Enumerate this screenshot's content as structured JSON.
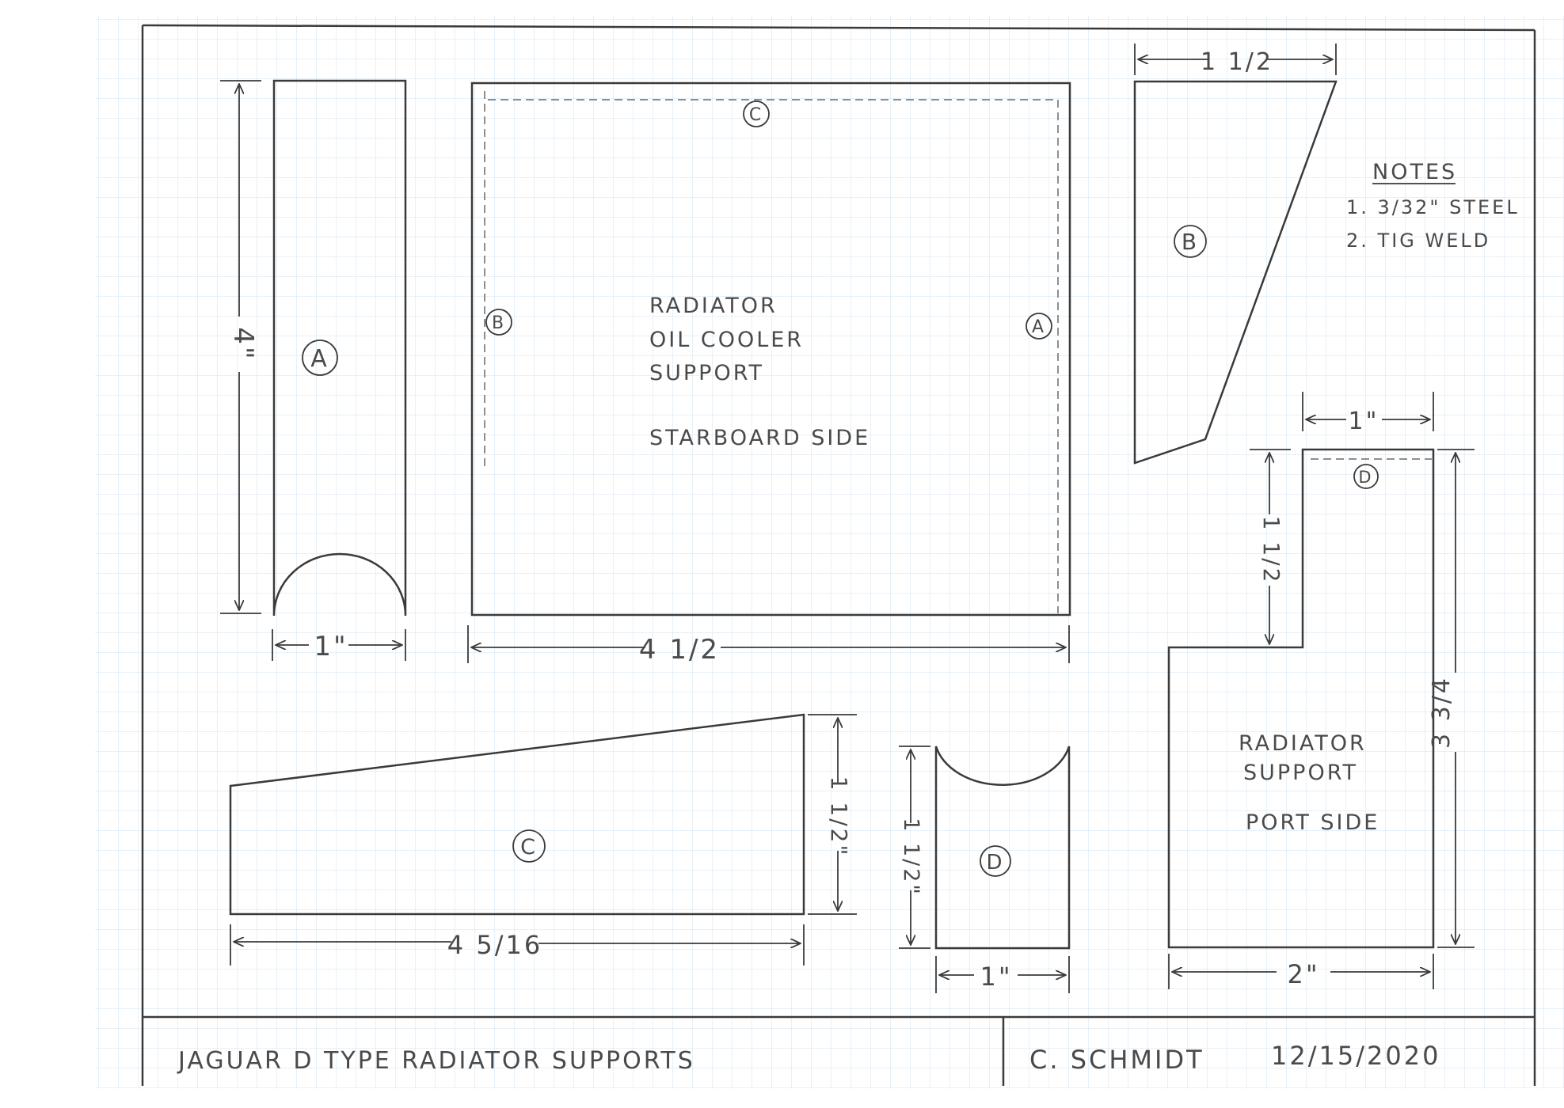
{
  "notes": {
    "heading": "NOTES",
    "item1": "1. 3/32\" STEEL",
    "item2": "2. TIG WELD"
  },
  "main_part": {
    "line1": "RADIATOR",
    "line2": "OIL COOLER",
    "line3": "SUPPORT",
    "line4": "STARBOARD SIDE"
  },
  "port_part": {
    "line1": "RADIATOR",
    "line2": "SUPPORT",
    "line3": "PORT SIDE"
  },
  "labels": {
    "A": "A",
    "B": "B",
    "C": "C",
    "D": "D"
  },
  "dimensions": {
    "part_a_height": "4\"",
    "part_a_width": "1\"",
    "main_width": "4 1/2",
    "part_b_top": "1 1/2",
    "port_top": "1\"",
    "port_notch": "1 1/2",
    "port_height": "3 3/4",
    "port_bottom": "2\"",
    "part_c_width": "4 5/16",
    "part_c_height": "1 1/2\"",
    "part_d_height": "1 1/2\"",
    "part_d_width": "1\""
  },
  "title_block": {
    "title": "JAGUAR D TYPE RADIATOR SUPPORTS",
    "author": "C. SCHMIDT",
    "date": "12/15/2020"
  },
  "colors": {
    "grid": "#cfe3f1",
    "ink": "#3a3a3a"
  }
}
